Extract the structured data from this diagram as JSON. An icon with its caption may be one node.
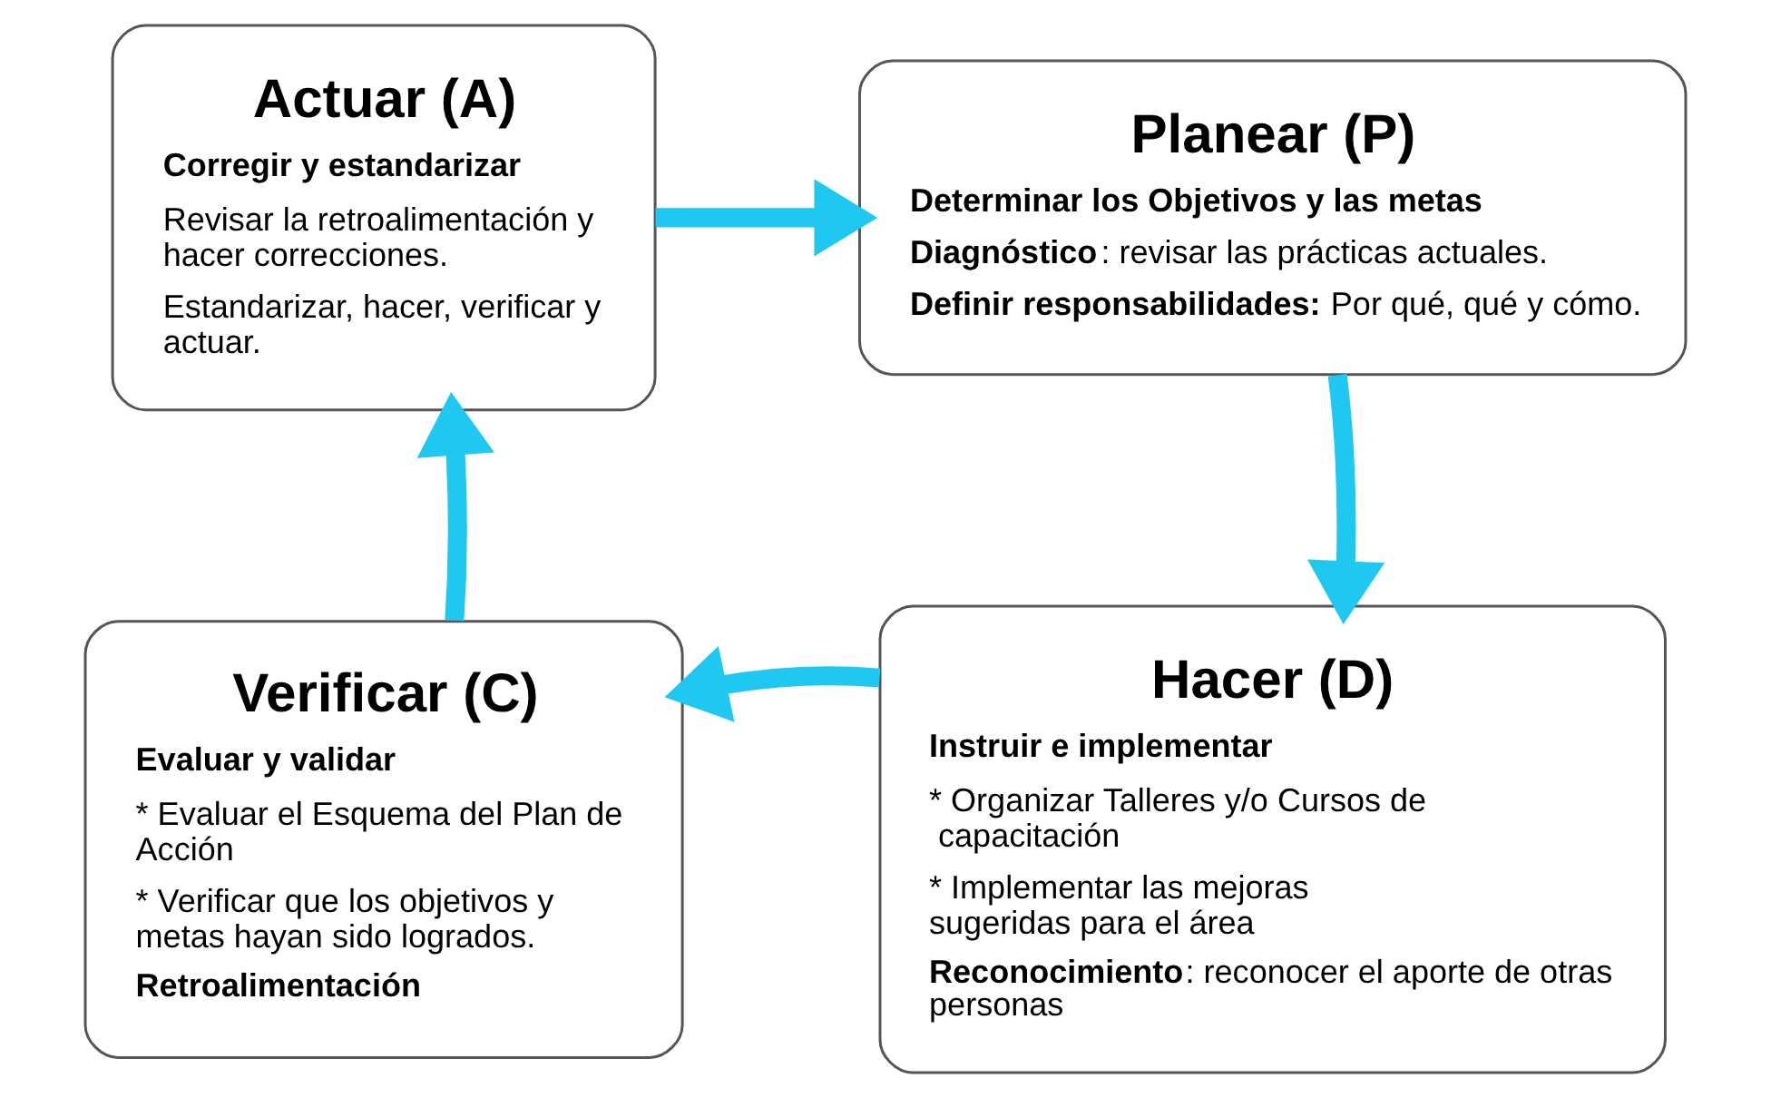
{
  "diagram": {
    "nodes": [
      {
        "text": [
          "Actuar (A)",
          "Corregir y estandarizar",
          "Revisar la retroalimentación y hacer correcciones.",
          "Estandarizar, hacer, verificar y actuar."
        ]
      },
      {
        "text": [
          "Planear (P)",
          "Determinar los Objetivos y las metas",
          "**Diagnóstico**: revisar las prácticas actuales.",
          "**Definir responsabilidades:** Por qué, qué y cómo."
        ]
      },
      {
        "text": [
          "Verificar (C)",
          "Evaluar y validar",
          "* Evaluar el Esquema del Plan de Acción",
          "* Verificar que los objetivos y metas hayan sido logrados.",
          "**Retroalimentación**"
        ]
      },
      {
        "text": [
          "Hacer (D)",
          "Instruir e implementar",
          "* Organizar Talleres y/o Cursos de capacitación",
          "* Implementar las mejoras sugeridas para el área",
          "**Reconocimiento**: reconocer el aporte de otras personas"
        ]
      }
    ],
    "edges": [
      {
        "from": 0,
        "to": 1,
        "arrow": "to"
      },
      {
        "from": 1,
        "to": 3,
        "arrow": "to"
      },
      {
        "from": 3,
        "to": 2,
        "arrow": "to"
      },
      {
        "from": 2,
        "to": 0,
        "arrow": "to"
      }
    ]
  }
}
